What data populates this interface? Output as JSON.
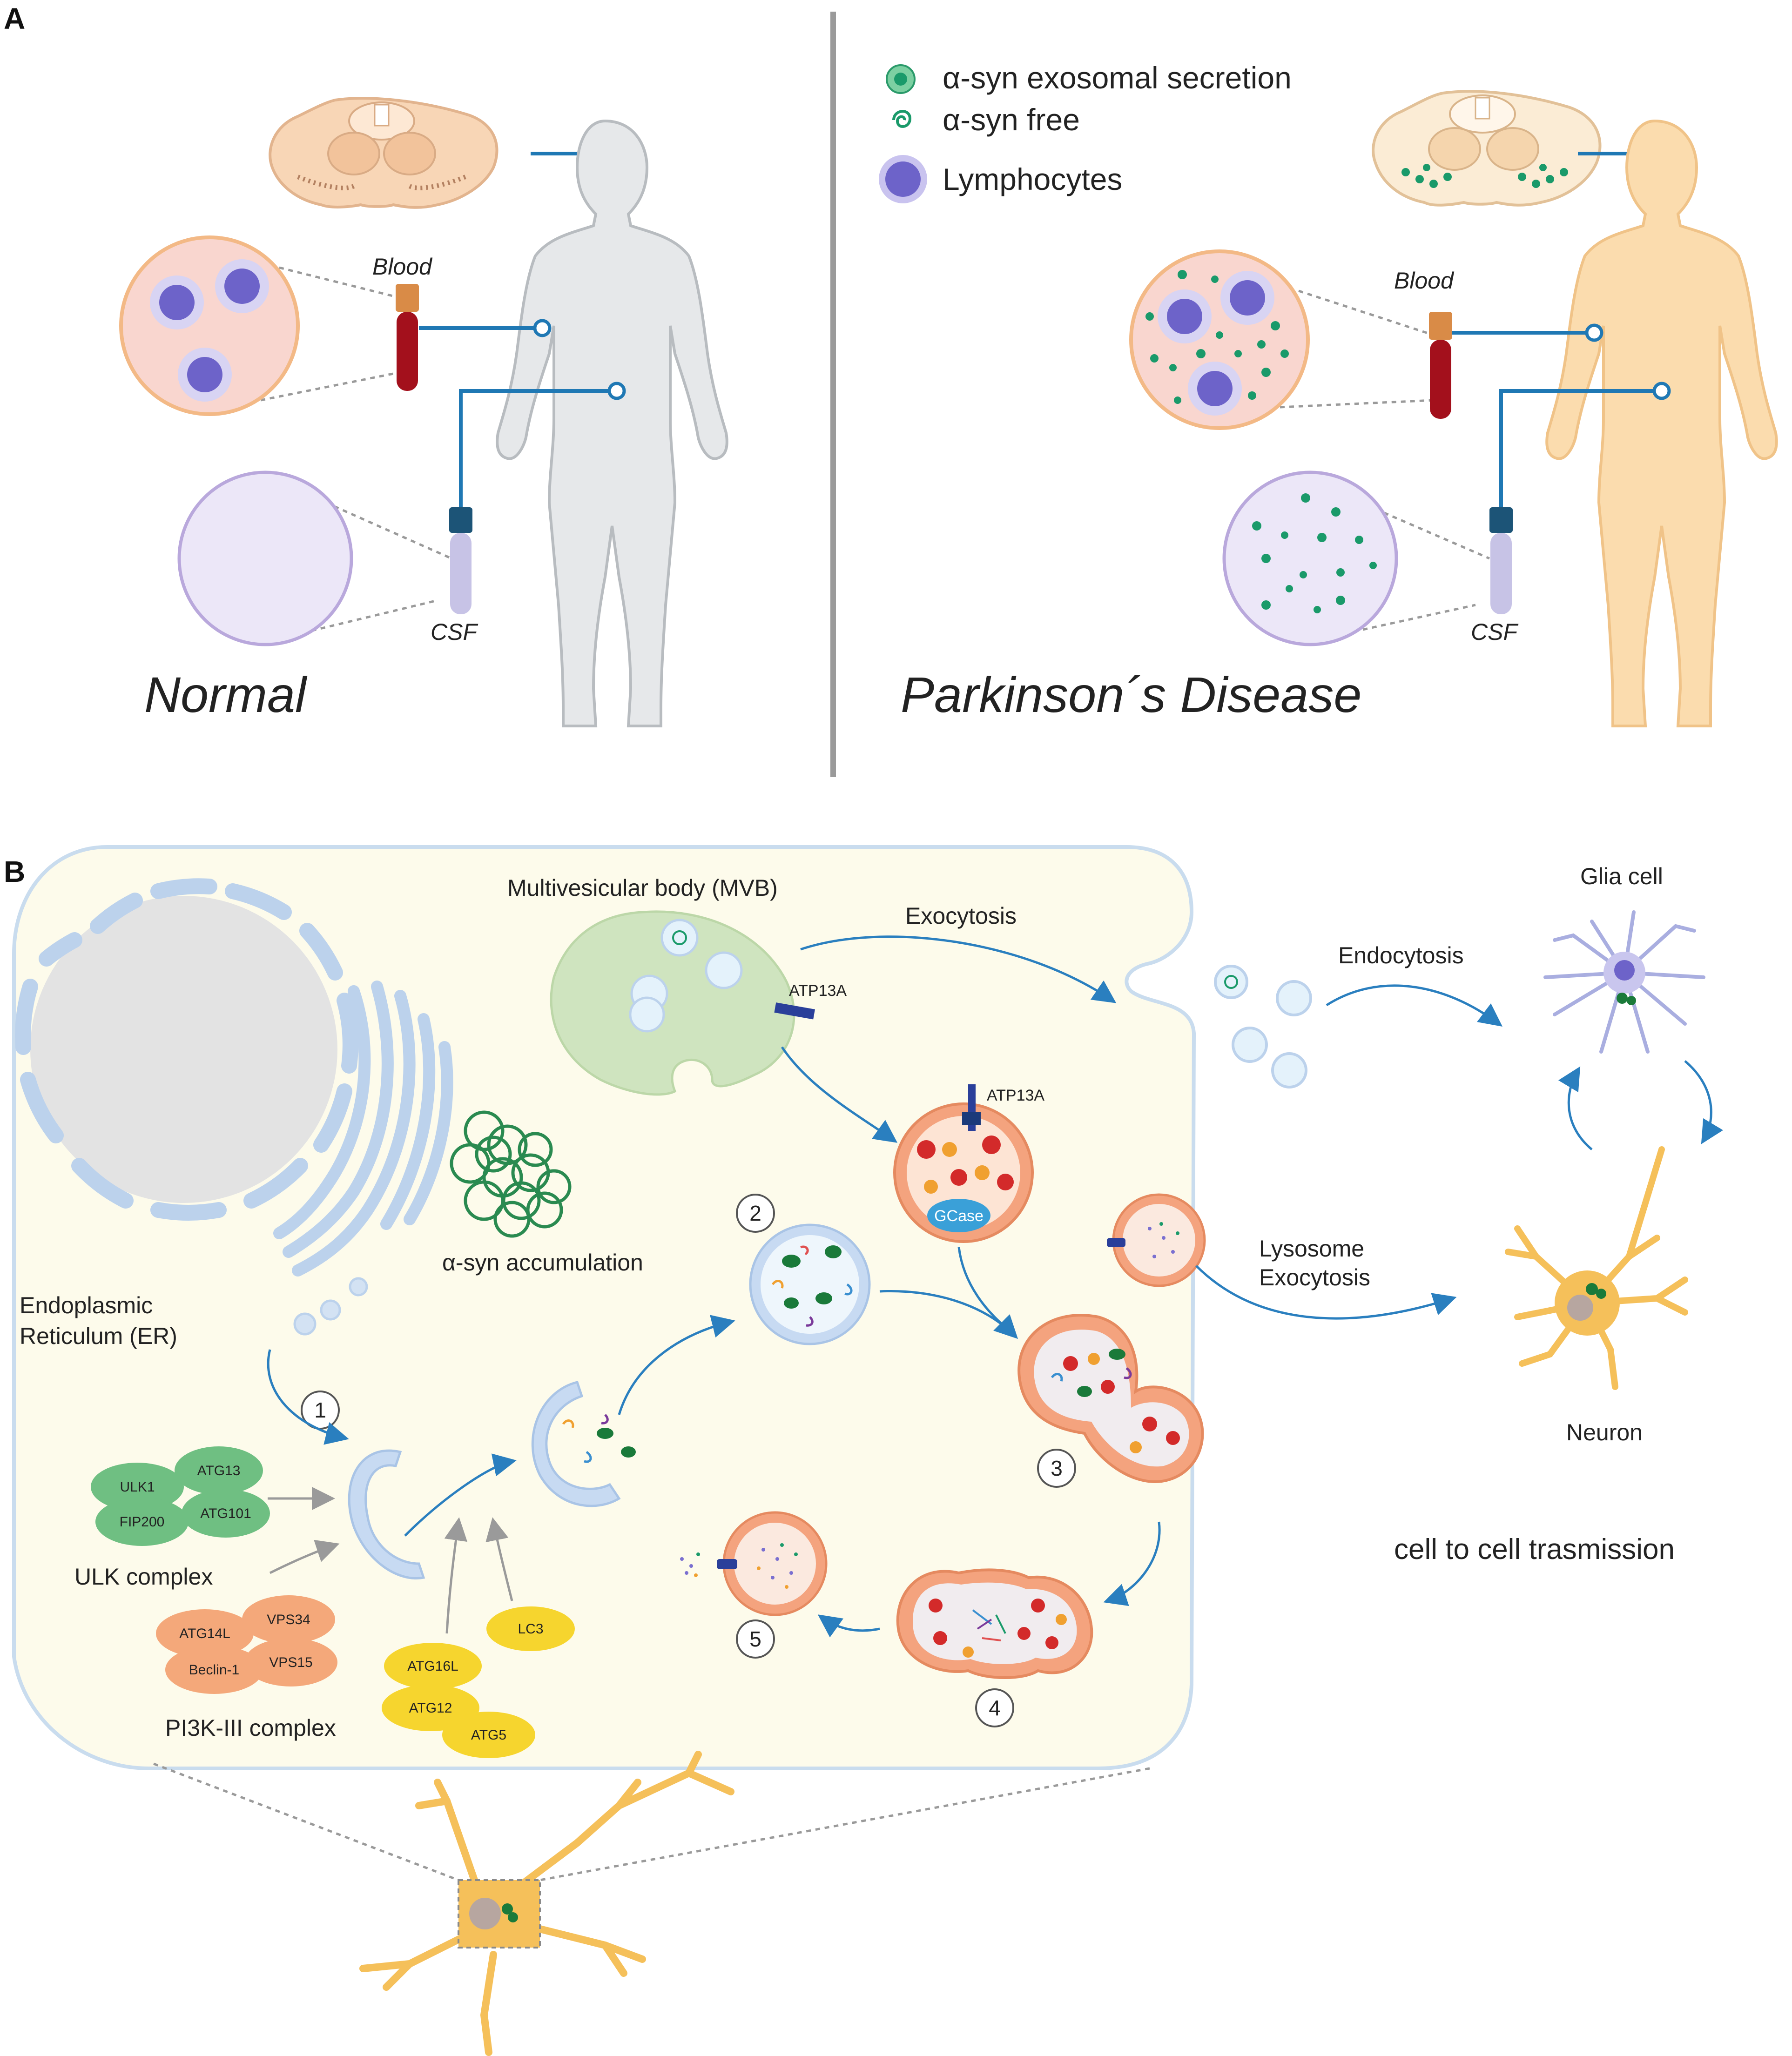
{
  "panelA": {
    "letter": "A",
    "normal": {
      "title": "Normal",
      "blood_label": "Blood",
      "csf_label": "CSF"
    },
    "pd": {
      "title": "Parkinson´s Disease",
      "blood_label": "Blood",
      "csf_label": "CSF"
    },
    "legend": {
      "exosomal": "α-syn exosomal secretion",
      "free": "α-syn free",
      "lymphocytes": "Lymphocytes"
    }
  },
  "panelB": {
    "letter": "B",
    "mvb": "Multivesicular body (MVB)",
    "exocytosis": "Exocytosis",
    "endocytosis": "Endocytosis",
    "glia": "Glia cell",
    "neuron": "Neuron",
    "atp13a_1": "ATP13A",
    "atp13a_2": "ATP13A",
    "gcase": "GCase",
    "asyn_accumulation": "α-syn accumulation",
    "er_line1": "Endoplasmic",
    "er_line2": "Reticulum (ER)",
    "lysosome_line1": "Lysosome",
    "lysosome_line2": "Exocytosis",
    "cell_to_cell": "cell to cell trasmission",
    "ulk_complex": "ULK complex",
    "pi3k_complex": "PI3K-III complex",
    "proteins": {
      "ulk1": "ULK1",
      "atg13": "ATG13",
      "fip200": "FIP200",
      "atg101": "ATG101",
      "atg14l": "ATG14L",
      "vps34": "VPS34",
      "beclin1": "Beclin-1",
      "vps15": "VPS15",
      "atg16l": "ATG16L",
      "atg12": "ATG12",
      "atg5": "ATG5",
      "lc3": "LC3"
    },
    "steps": [
      "1",
      "2",
      "3",
      "4",
      "5"
    ]
  },
  "colors": {
    "alpha_syn": "#1a9a6a",
    "lymphocyte": "#7a6fd0",
    "blue_line": "#1f78b4",
    "skin": "#fbdcae",
    "normal_body": "#e6e8ea",
    "cell_bg": "#fdfbeb",
    "ulk": "#6fbf82",
    "pi3k": "#f4a87a",
    "atg": "#f6d52e",
    "neuron": "#f5c05a"
  }
}
